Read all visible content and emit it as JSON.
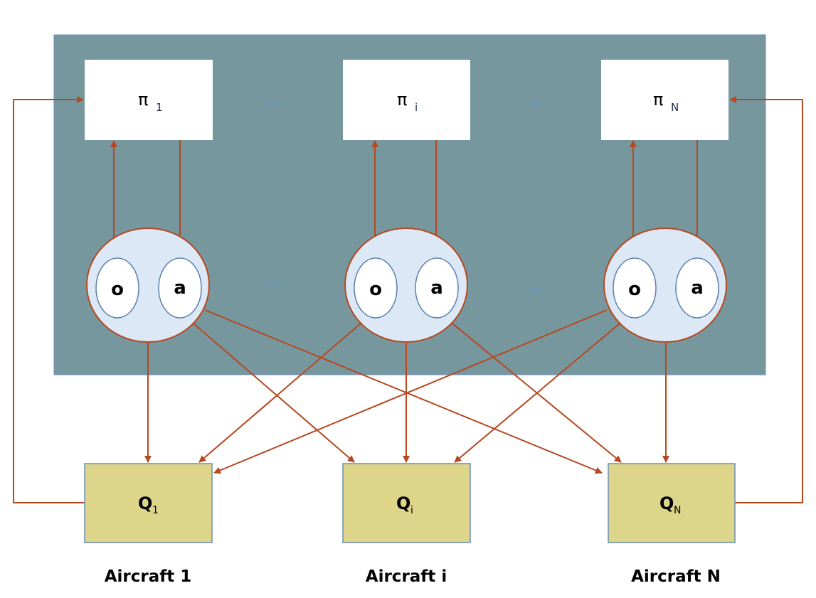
{
  "policies": [
    {
      "symbol": "π",
      "sub": "1"
    },
    {
      "symbol": "π",
      "sub": "i"
    },
    {
      "symbol": "π",
      "sub": "N"
    }
  ],
  "agents": [
    {
      "obs": "o",
      "act": "a"
    },
    {
      "obs": "o",
      "act": "a"
    },
    {
      "obs": "o",
      "act": "a"
    }
  ],
  "critics": [
    {
      "symbol": "Q",
      "sub": "1"
    },
    {
      "symbol": "Q",
      "sub": "i"
    },
    {
      "symbol": "Q",
      "sub": "N"
    }
  ],
  "aircraft": [
    "Aircraft 1",
    "Aircraft i",
    "Aircraft N"
  ],
  "ellipsis": "···",
  "colors": {
    "panel": "#77979e",
    "arrow": "#b5481f",
    "critic_fill": "#ddd58a",
    "circle_fill": "#dce8f5",
    "ellipse_stroke": "#5a7fae",
    "dots": "#5b9bd5"
  }
}
